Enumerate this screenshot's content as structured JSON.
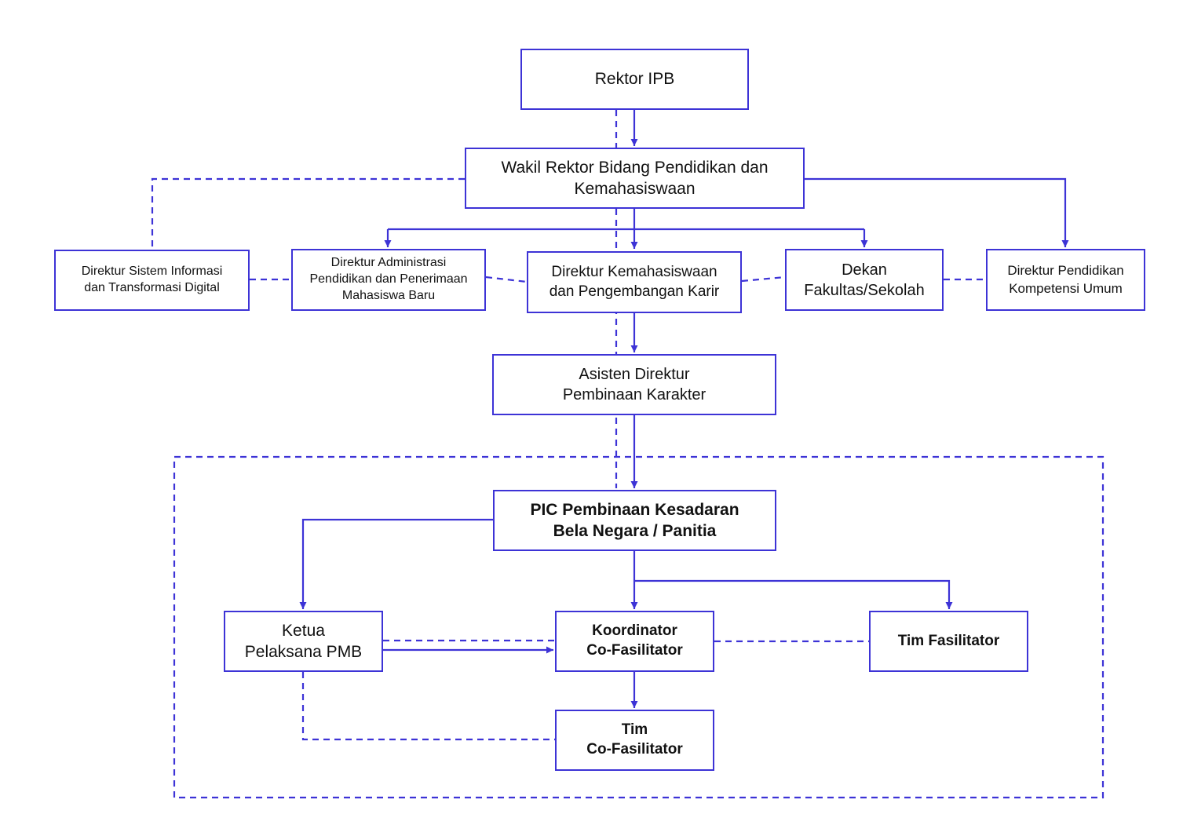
{
  "colors": {
    "line": "#3d33d6",
    "text": "#111111",
    "background": "#ffffff"
  },
  "nodes": {
    "rektor": "Rektor IPB",
    "wakil_rektor": "Wakil Rektor Bidang Pendidikan dan\nKemahasiswaan",
    "dir_sistem_informasi": "Direktur Sistem Informasi\ndan Transformasi Digital",
    "dir_administrasi": "Direktur Administrasi\nPendidikan dan Penerimaan\nMahasiswa Baru",
    "dir_kemahasiswaan": "Direktur Kemahasiswaan\ndan Pengembangan Karir",
    "dekan": "Dekan\nFakultas/Sekolah",
    "dir_kompetensi_umum": "Direktur Pendidikan\nKompetensi Umum",
    "asisten_direktur": "Asisten Direktur\nPembinaan Karakter",
    "pic_pembinaan": "PIC Pembinaan Kesadaran\nBela Negara / Panitia",
    "ketua_pelaksana": "Ketua\nPelaksana PMB",
    "koordinator": "Koordinator\nCo-Fasilitator",
    "tim_fasilitator": "Tim Fasilitator",
    "tim_cofasilitator": "Tim\nCo-Fasilitator"
  },
  "edges": [
    {
      "from": "rektor",
      "to": "wakil_rektor",
      "style": "solid"
    },
    {
      "from": "rektor",
      "to": "wakil_rektor",
      "style": "dashed"
    },
    {
      "from": "wakil_rektor",
      "to": "dir_kompetensi_umum",
      "style": "solid"
    },
    {
      "from": "wakil_rektor",
      "to": "dir_administrasi",
      "style": "solid"
    },
    {
      "from": "wakil_rektor",
      "to": "dir_kemahasiswaan",
      "style": "solid"
    },
    {
      "from": "wakil_rektor",
      "to": "dekan",
      "style": "solid"
    },
    {
      "from": "wakil_rektor",
      "to": "dir_sistem_informasi",
      "style": "dashed"
    },
    {
      "from": "wakil_rektor",
      "to": "pic_pembinaan",
      "style": "dashed"
    },
    {
      "from": "dir_sistem_informasi",
      "to": "dir_administrasi",
      "style": "dashed"
    },
    {
      "from": "dir_administrasi",
      "to": "dir_kemahasiswaan",
      "style": "dashed"
    },
    {
      "from": "dir_kemahasiswaan",
      "to": "dekan",
      "style": "dashed"
    },
    {
      "from": "dekan",
      "to": "dir_kompetensi_umum",
      "style": "dashed"
    },
    {
      "from": "dir_kemahasiswaan",
      "to": "asisten_direktur",
      "style": "solid"
    },
    {
      "from": "asisten_direktur",
      "to": "pic_pembinaan",
      "style": "solid"
    },
    {
      "from": "pic_pembinaan",
      "to": "ketua_pelaksana",
      "style": "solid"
    },
    {
      "from": "pic_pembinaan",
      "to": "koordinator",
      "style": "solid"
    },
    {
      "from": "pic_pembinaan",
      "to": "tim_fasilitator",
      "style": "solid"
    },
    {
      "from": "ketua_pelaksana",
      "to": "koordinator",
      "style": "solid"
    },
    {
      "from": "ketua_pelaksana",
      "to": "koordinator",
      "style": "dashed"
    },
    {
      "from": "koordinator",
      "to": "tim_fasilitator",
      "style": "dashed"
    },
    {
      "from": "koordinator",
      "to": "tim_cofasilitator",
      "style": "solid"
    },
    {
      "from": "ketua_pelaksana",
      "to": "tim_cofasilitator",
      "style": "dashed"
    }
  ]
}
